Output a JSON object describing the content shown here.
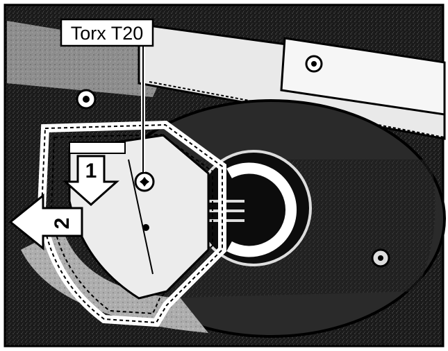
{
  "callout": {
    "label": "Torx T20"
  },
  "steps": [
    {
      "number": "1",
      "direction": "down"
    },
    {
      "number": "2",
      "direction": "left"
    }
  ],
  "colors": {
    "frame": "#000000",
    "dark": "#111111",
    "mid": "#6e6e6e",
    "light": "#d9d9d9",
    "paper": "#f3f3f3"
  }
}
